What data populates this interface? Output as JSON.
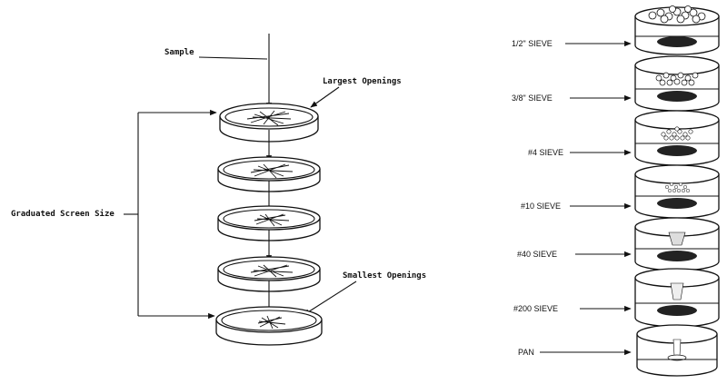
{
  "left_diagram": {
    "sample_label": "Sample",
    "largest_label": "Largest Openings",
    "smallest_label": "Smallest Openings",
    "graduated_label": "Graduated Screen Size"
  },
  "right_diagram": {
    "sieves": [
      {
        "label": "1/2\" SIEVE"
      },
      {
        "label": "3/8\" SIEVE"
      },
      {
        "label": "#4 SIEVE"
      },
      {
        "label": "#10 SIEVE"
      },
      {
        "label": "#40 SIEVE"
      },
      {
        "label": "#200 SIEVE"
      },
      {
        "label": "PAN"
      }
    ]
  }
}
